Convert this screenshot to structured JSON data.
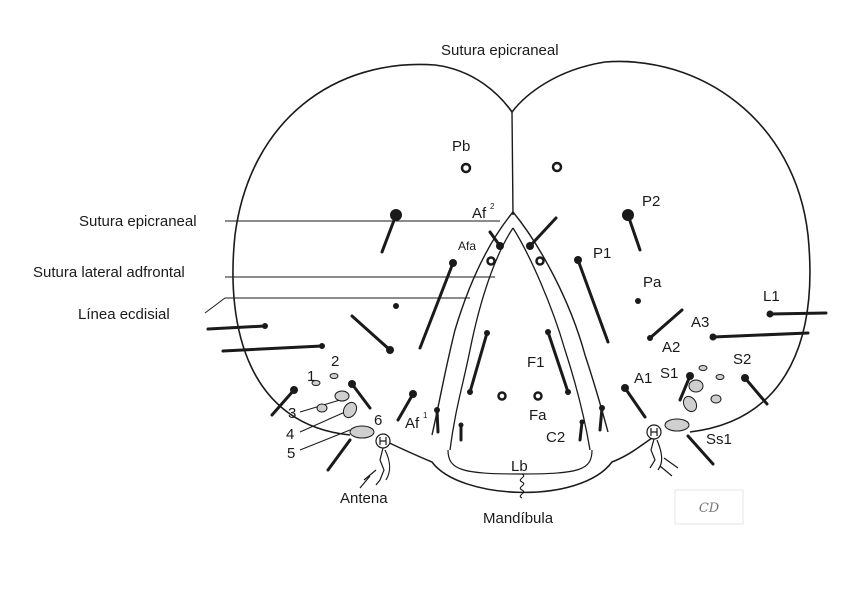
{
  "labels": {
    "sutura_top": "Sutura epicraneal",
    "sutura_left": "Sutura epicraneal",
    "sutura_lateral": "Sutura lateral adfrontal",
    "linea_ecdisial": "Línea ecdisial",
    "pb": "Pb",
    "p2": "P2",
    "af2": "Af",
    "af2_sup": "2",
    "afa": "Afa",
    "p1": "P1",
    "pa": "Pa",
    "l1": "L1",
    "a3": "A3",
    "a2": "A2",
    "s2": "S2",
    "a1": "A1",
    "s1": "S1",
    "f1": "F1",
    "fa": "Fa",
    "c2": "C2",
    "ss1": "Ss1",
    "af1": "Af",
    "af1_sup": "1",
    "lb": "Lb",
    "antena": "Antena",
    "mandibula": "Mandíbula",
    "num_1": "1",
    "num_2": "2",
    "num_3": "3",
    "num_4": "4",
    "num_5": "5",
    "num_6": "6"
  },
  "signature": "CD"
}
